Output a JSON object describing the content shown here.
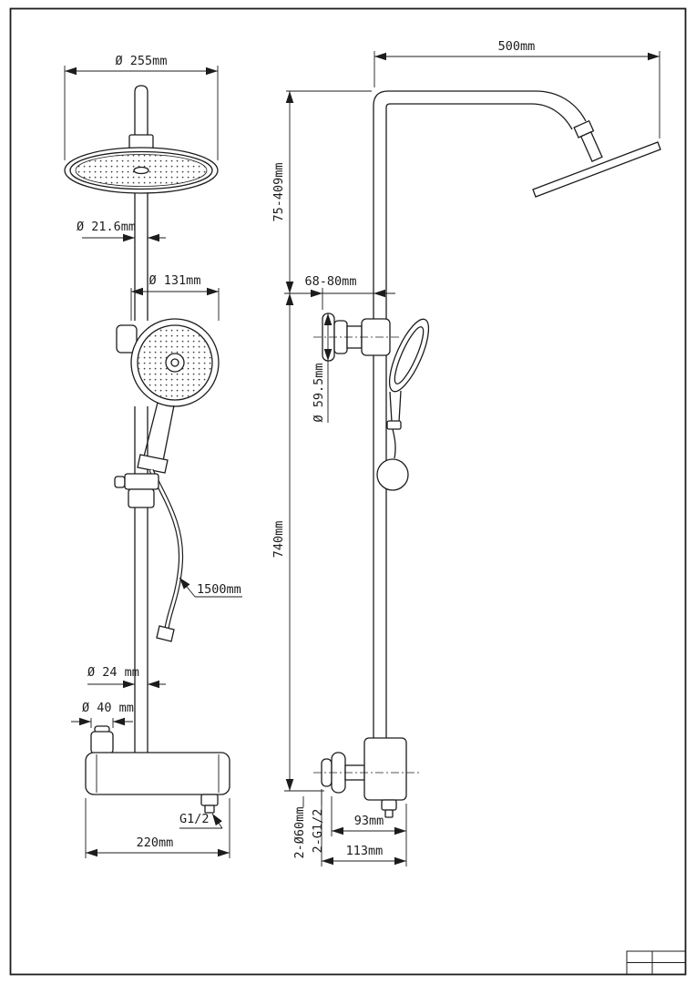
{
  "drawing": {
    "line_color": "#1c1c1c",
    "background": "#ffffff"
  },
  "front_view": {
    "head_diameter": "Ø 255mm",
    "upper_pipe_diameter": "Ø 21.6mm",
    "hand_shower_diameter": "Ø 131mm",
    "hose_length": "1500mm",
    "column_diameter": "Ø 24 mm",
    "inlet_diameter": "Ø 40 mm",
    "outlet_thread": "G1/2",
    "body_width": "220mm"
  },
  "side_view": {
    "arm_length": "500mm",
    "head_height_range": "75-409mm",
    "bracket_offset_range": "68-80mm",
    "bracket_diameter": "Ø 59.5mm",
    "column_height": "740mm",
    "escutcheon_spec": "2-Ø60mm",
    "thread_spec": "2-G1/2",
    "valve_width": "93mm",
    "overall_depth": "113mm"
  }
}
